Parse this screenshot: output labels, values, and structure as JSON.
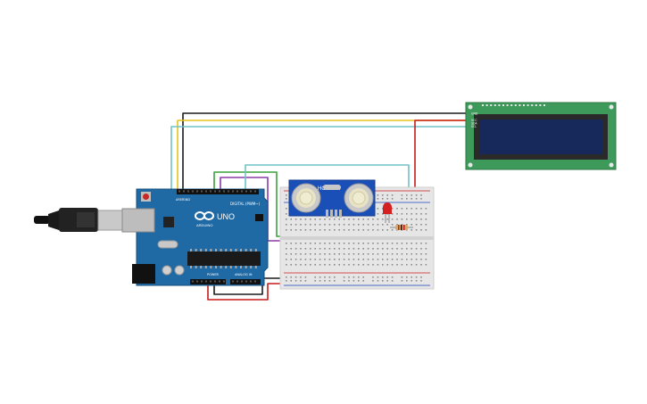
{
  "arduino": {
    "logo_text": "ARDUINO",
    "model": "UNO",
    "digital_label": "DIGITAL (PWM~)",
    "power_label": "POWER",
    "analog_label": "ANALOG IN",
    "aref_label": "AREF",
    "gnd_label": "GND"
  },
  "sensor": {
    "label": "HC-SR04"
  },
  "lcd": {
    "pins": [
      "GND",
      "VCC",
      "SDA",
      "SCL"
    ]
  },
  "colors": {
    "board": "#1f6aa5",
    "board_dark": "#164f7c",
    "lcd_pcb": "#3d9a5a",
    "lcd_screen": "#17285b",
    "breadboard": "#e6e6e6",
    "rail_red": "#d11b1b",
    "rail_blue": "#1d3fbf",
    "wire_black": "#1a1a1a",
    "wire_yellow": "#e8c31a",
    "wire_cyan": "#6ec3c6",
    "wire_red": "#c81a1a",
    "wire_green": "#3aa23a",
    "wire_purple": "#8b3aa8",
    "wire_gray": "#5a5a5a",
    "led_red": "#d42020"
  }
}
